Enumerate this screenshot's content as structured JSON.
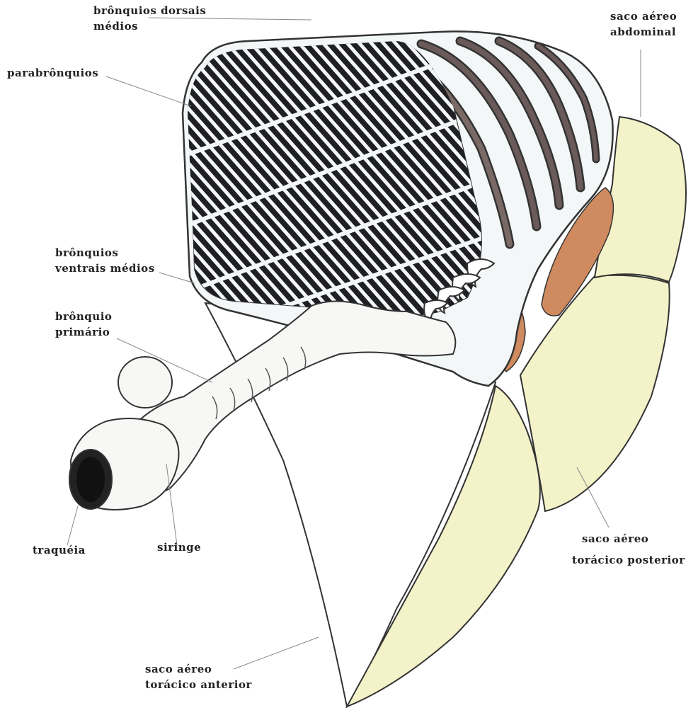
{
  "labels": {
    "bronquios_dorsais": {
      "line1": "brônquios dorsais",
      "line2": "médios"
    },
    "parabronquios": {
      "line1": "parabrônquios"
    },
    "bronquios_ventrais": {
      "line1": "brônquios",
      "line2": "ventrais médios"
    },
    "bronquio_primario": {
      "line1": "brônquio",
      "line2": "primário"
    },
    "traqueia": {
      "line1": "traquéia"
    },
    "siringe": {
      "line1": "siringe"
    },
    "saco_abdominal": {
      "line1": "saco aéreo",
      "line2": "abdominal"
    },
    "saco_toracico_posterior": {
      "line1": "saco aéreo",
      "line2": "torácico posterior"
    },
    "saco_toracico_anterior": {
      "line1": "saco aéreo",
      "line2": "torácico anterior"
    }
  },
  "colors": {
    "air_sac_yellow": "#f3f2c8",
    "air_sac_brown": "#cf8a5f",
    "lung_tissue": "#f4f7f8",
    "parabronchi": "#1f1f24",
    "outline": "#333333"
  }
}
